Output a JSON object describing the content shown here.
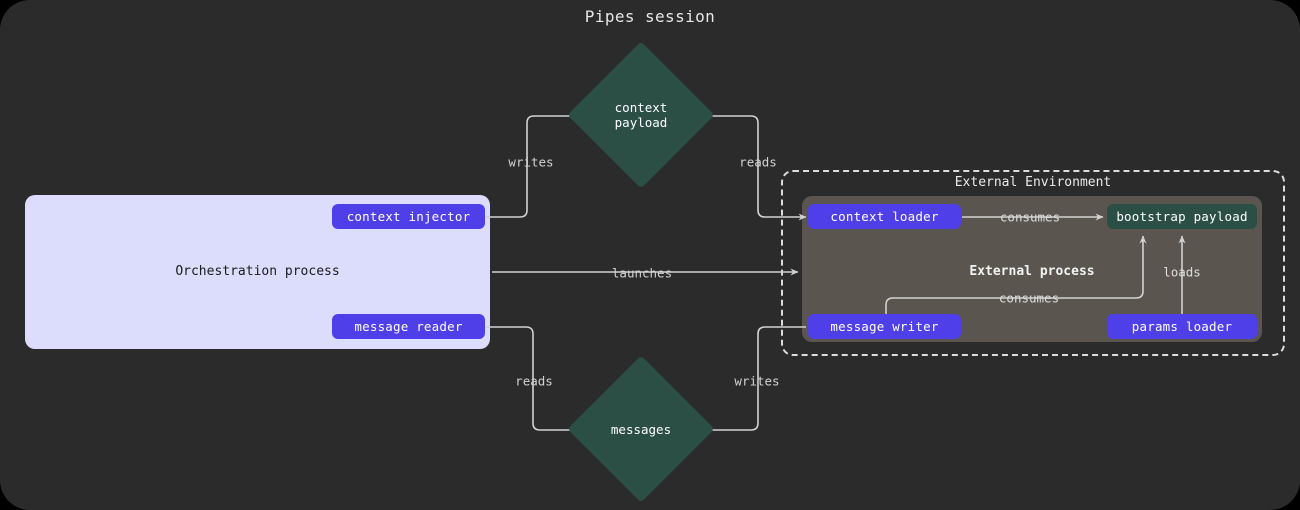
{
  "title": "Pipes session",
  "colors": {
    "background": "#2b2b2b",
    "orchestration_bg": "#dcdcfc",
    "external_process_bg": "#5a564f",
    "op_node": "#4f3fe8",
    "asset_node": "#2b4f45",
    "edge": "#d2d2d2"
  },
  "clusters": {
    "orchestration": {
      "label": "Orchestration process"
    },
    "external_environment": {
      "label": "External Environment"
    },
    "external_process": {
      "label": "External process"
    }
  },
  "nodes": {
    "context_injector": {
      "label": "context injector",
      "kind": "op"
    },
    "message_reader": {
      "label": "message reader",
      "kind": "op"
    },
    "context_loader": {
      "label": "context loader",
      "kind": "op"
    },
    "message_writer": {
      "label": "message writer",
      "kind": "op"
    },
    "params_loader": {
      "label": "params loader",
      "kind": "op"
    },
    "bootstrap_payload": {
      "label": "bootstrap payload",
      "kind": "asset"
    },
    "context_payload": {
      "label": "context\npayload",
      "kind": "diamond"
    },
    "messages": {
      "label": "messages",
      "kind": "diamond"
    }
  },
  "edges": [
    {
      "id": "writes-context",
      "label": "writes",
      "from": "context_injector",
      "to": "context_payload"
    },
    {
      "id": "reads-context",
      "label": "reads",
      "from": "context_payload",
      "to": "context_loader"
    },
    {
      "id": "launches",
      "label": "launches",
      "from": "orchestration",
      "to": "external_environment"
    },
    {
      "id": "reads-messages",
      "label": "reads",
      "from": "message_reader",
      "to": "messages"
    },
    {
      "id": "writes-messages",
      "label": "writes",
      "from": "message_writer",
      "to": "messages"
    },
    {
      "id": "consumes-context",
      "label": "consumes",
      "from": "context_loader",
      "to": "bootstrap_payload"
    },
    {
      "id": "consumes-messages",
      "label": "consumes",
      "from": "message_writer",
      "to": "bootstrap_payload"
    },
    {
      "id": "loads-params",
      "label": "loads",
      "from": "params_loader",
      "to": "bootstrap_payload"
    }
  ]
}
